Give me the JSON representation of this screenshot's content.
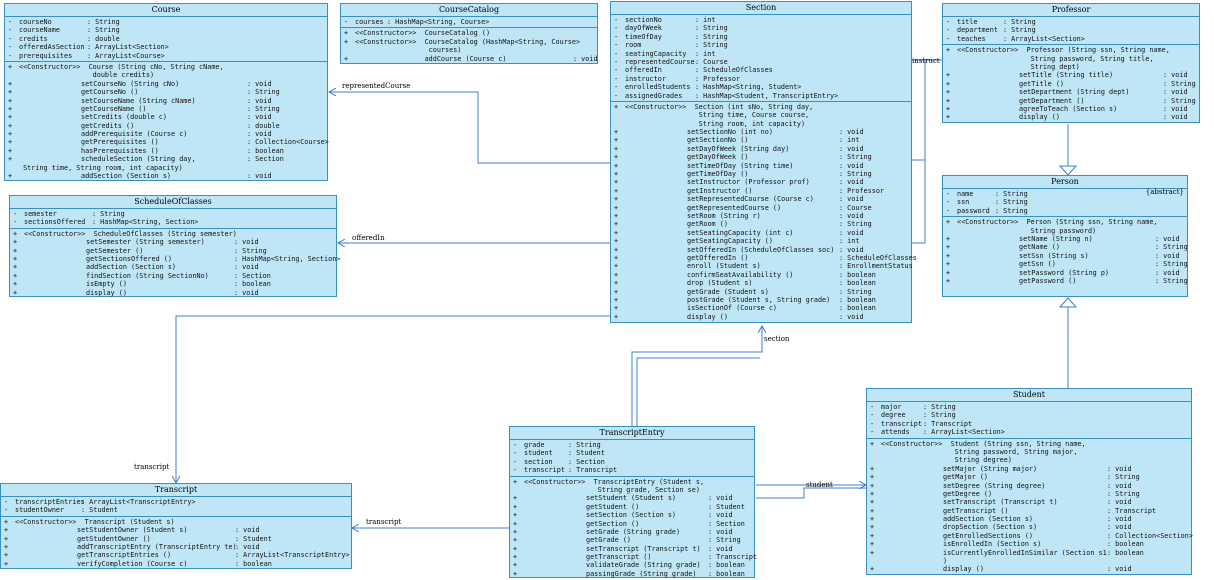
{
  "colors": {
    "fill": "#bfe6f7",
    "border": "#3a8fc4",
    "line": "#3b7fd1"
  },
  "classes": [
    {
      "id": "course",
      "name": "Course",
      "attributes": [
        [
          "-",
          "courseNo",
          ": String"
        ],
        [
          "-",
          "courseName",
          ": String"
        ],
        [
          "-",
          "credits",
          ": double"
        ],
        [
          "-",
          "offeredAsSection",
          ": ArrayList<Section>"
        ],
        [
          "-",
          "prerequisites",
          ": ArrayList<Course>"
        ]
      ],
      "operations": [
        [
          "+",
          "<<Constructor>>  Course (String cNo, String cName,",
          ""
        ],
        [
          "",
          "                  double credits)",
          ""
        ],
        [
          "+",
          "setCourseNo (String cNo)",
          ": void"
        ],
        [
          "+",
          "getCourseNo ()",
          ": String"
        ],
        [
          "+",
          "setCourseName (String cName)",
          ": void"
        ],
        [
          "+",
          "getCourseName ()",
          ": String"
        ],
        [
          "+",
          "setCredits (double c)",
          ": void"
        ],
        [
          "+",
          "getCredits ()",
          ": double"
        ],
        [
          "+",
          "addPrerequisite (Course c)",
          ": void"
        ],
        [
          "+",
          "getPrerequisites ()",
          ": Collection<Course>"
        ],
        [
          "+",
          "hasPrerequisites ()",
          ": boolean"
        ],
        [
          "+",
          "scheduleSection (String day,",
          ": Section"
        ],
        [
          "",
          " String time, String room, int capacity)",
          ""
        ],
        [
          "+",
          "addSection (Section s)",
          ": void"
        ]
      ]
    },
    {
      "id": "coursecatalog",
      "name": "CourseCatalog",
      "attributes": [
        [
          "-",
          "courses",
          ": HashMap<String, Course>"
        ]
      ],
      "operations": [
        [
          "+",
          "<<Constructor>>  CourseCatalog ()",
          ""
        ],
        [
          "+",
          "<<Constructor>>  CourseCatalog (HashMap<String, Course>",
          ""
        ],
        [
          "",
          "                  courses)",
          ""
        ],
        [
          "+",
          "                 addCourse (Course c)",
          ": void"
        ]
      ]
    },
    {
      "id": "section",
      "name": "Section",
      "attributes": [
        [
          "-",
          "sectionNo",
          ": int"
        ],
        [
          "-",
          "dayOfWeek",
          ": String"
        ],
        [
          "-",
          "timeOfDay",
          ": String"
        ],
        [
          "-",
          "room",
          ": String"
        ],
        [
          "-",
          "seatingCapacity",
          ": int"
        ],
        [
          "-",
          "representedCourse",
          ": Course"
        ],
        [
          "-",
          "offeredIn",
          ": ScheduleOfClasses"
        ],
        [
          "-",
          "instructor",
          ": Professor"
        ],
        [
          "-",
          "enrolledStudents",
          ": HashMap<String, Student>"
        ],
        [
          "-",
          "assignedGrades",
          ": HashMap<Student, TranscriptEntry>"
        ]
      ],
      "operations": [
        [
          "+",
          "<<Constructor>>  Section (int sNo, String day,",
          ""
        ],
        [
          "",
          "                  String time, Course course,",
          ""
        ],
        [
          "",
          "                  String room, int capacity)",
          ""
        ],
        [
          "+",
          "setSectionNo (int no)",
          ": void"
        ],
        [
          "+",
          "getSectionNo ()",
          ": int"
        ],
        [
          "+",
          "setDayOfWeek (String day)",
          ": void"
        ],
        [
          "+",
          "getDayOfWeek ()",
          ": String"
        ],
        [
          "+",
          "setTimeOfDay (String time)",
          ": void"
        ],
        [
          "+",
          "getTimeOfDay ()",
          ": String"
        ],
        [
          "+",
          "setInstructor (Professor prof)",
          ": void"
        ],
        [
          "+",
          "getInstructor ()",
          ": Professor"
        ],
        [
          "+",
          "setRepresentedCourse (Course c)",
          ": void"
        ],
        [
          "+",
          "getRepresentedCourse ()",
          ": Course"
        ],
        [
          "+",
          "setRoom (String r)",
          ": void"
        ],
        [
          "+",
          "getRoom ()",
          ": String"
        ],
        [
          "+",
          "setSeatingCapacity (int c)",
          ": void"
        ],
        [
          "+",
          "getSeatingCapacity ()",
          ": int"
        ],
        [
          "+",
          "setOfferedIn (ScheduleOfClasses soc)",
          ": void"
        ],
        [
          "+",
          "getOfferedIn ()",
          ": ScheduleOfClasses"
        ],
        [
          "+",
          "enroll (Student s)",
          ": EnrollmentStatus"
        ],
        [
          "+",
          "confirmSeatAvailability ()",
          ": boolean"
        ],
        [
          "+",
          "drop (Student s)",
          ": boolean"
        ],
        [
          "+",
          "getGrade (Student s)",
          ": String"
        ],
        [
          "+",
          "postGrade (Student s, String grade)",
          ": boolean"
        ],
        [
          "+",
          "isSectionOf (Course c)",
          ": boolean"
        ],
        [
          "+",
          "display ()",
          ": void"
        ]
      ]
    },
    {
      "id": "professor",
      "name": "Professor",
      "attributes": [
        [
          "-",
          "title",
          ": String"
        ],
        [
          "-",
          "department",
          ": String"
        ],
        [
          "-",
          "teaches",
          ": ArrayList<Section>"
        ]
      ],
      "operations": [
        [
          "+",
          "<<Constructor>>  Professor (String ssn, String name,",
          ""
        ],
        [
          "",
          "                  String password, String title,",
          ""
        ],
        [
          "",
          "                  String dept)",
          ""
        ],
        [
          "+",
          "setTitle (String title)",
          ": void"
        ],
        [
          "+",
          "getTitle ()",
          ": String"
        ],
        [
          "+",
          "setDepartment (String dept)",
          ": void"
        ],
        [
          "+",
          "getDepartment ()",
          ": String"
        ],
        [
          "+",
          "agreeToTeach (Section s)",
          ": void"
        ],
        [
          "+",
          "display ()",
          ": void"
        ]
      ]
    },
    {
      "id": "scheduleofclasses",
      "name": "ScheduleOfClasses",
      "attributes": [
        [
          "-",
          "semester",
          ": String"
        ],
        [
          "-",
          "sectionsOffered",
          ": HashMap<String, Section>"
        ]
      ],
      "operations": [
        [
          "+",
          "<<Constructor>>  ScheduleOfClasses (String semester)",
          ""
        ],
        [
          "+",
          "setSemester (String semester)",
          ": void"
        ],
        [
          "+",
          "getSemester ()",
          ": String"
        ],
        [
          "+",
          "getSectionsOffered ()",
          ": HashMap<String, Section>"
        ],
        [
          "+",
          "addSection (Section s)",
          ": void"
        ],
        [
          "+",
          "findSection (String SectionNo)",
          ": Section"
        ],
        [
          "+",
          "isEmpty ()",
          ": boolean"
        ],
        [
          "+",
          "display ()",
          ": void"
        ]
      ]
    },
    {
      "id": "person",
      "name": "Person",
      "stereotype": "{abstract}",
      "attributes": [
        [
          "-",
          "name",
          ": String"
        ],
        [
          "-",
          "ssn",
          ": String"
        ],
        [
          "-",
          "password",
          ": String"
        ]
      ],
      "operations": [
        [
          "+",
          "<<Constructor>>  Person (String ssn, String name,",
          ""
        ],
        [
          "",
          "                  String password)",
          ""
        ],
        [
          "+",
          "setName (String n)",
          ": void"
        ],
        [
          "+",
          "getName ()",
          ": String"
        ],
        [
          "+",
          "setSsn (String s)",
          ": void"
        ],
        [
          "+",
          "getSsn ()",
          ": String"
        ],
        [
          "+",
          "setPassword (String p)",
          ": void"
        ],
        [
          "+",
          "getPassword ()",
          ": String"
        ]
      ]
    },
    {
      "id": "student",
      "name": "Student",
      "attributes": [
        [
          "-",
          "major",
          ": String"
        ],
        [
          "-",
          "degree",
          ": String"
        ],
        [
          "-",
          "transcript",
          ": Transcript"
        ],
        [
          "-",
          "attends",
          ": ArrayList<Section>"
        ]
      ],
      "operations": [
        [
          "+",
          "<<Constructor>>  Student (String ssn, String name,",
          ""
        ],
        [
          "",
          "                  String password, String major,",
          ""
        ],
        [
          "",
          "                  String degree)",
          ""
        ],
        [
          "+",
          "setMajor (String major)",
          ": void"
        ],
        [
          "+",
          "getMajor ()",
          ": String"
        ],
        [
          "+",
          "setDegree (String degree)",
          ": void"
        ],
        [
          "+",
          "getDegree ()",
          ": String"
        ],
        [
          "+",
          "setTranscript (Transcript t)",
          ": void"
        ],
        [
          "+",
          "getTranscript ()",
          ": Transcript"
        ],
        [
          "+",
          "addSection (Section s)",
          ": void"
        ],
        [
          "+",
          "dropSection (Section s)",
          ": void"
        ],
        [
          "+",
          "getEnrolledSections ()",
          ": Collection<Section>"
        ],
        [
          "+",
          "isEnrolledIn (Section s)",
          ": boolean"
        ],
        [
          "+",
          "isCurrentlyEnrolledInSimilar (Section s1",
          ": boolean"
        ],
        [
          "",
          ")",
          ""
        ],
        [
          "+",
          "display ()",
          ": void"
        ]
      ]
    },
    {
      "id": "transcriptentry",
      "name": "TranscriptEntry",
      "attributes": [
        [
          "-",
          "grade",
          ": String"
        ],
        [
          "-",
          "student",
          ": Student"
        ],
        [
          "-",
          "section",
          ": Section"
        ],
        [
          "-",
          "transcript",
          ": Transcript"
        ]
      ],
      "operations": [
        [
          "+",
          "<<Constructor>>  TranscriptEntry (Student s,",
          ""
        ],
        [
          "",
          "                  String grade, Section se)",
          ""
        ],
        [
          "+",
          "setStudent (Student s)",
          ": void"
        ],
        [
          "+",
          "getStudent ()",
          ": Student"
        ],
        [
          "+",
          "setSection (Section s)",
          ": void"
        ],
        [
          "+",
          "getSection ()",
          ": Section"
        ],
        [
          "+",
          "setGrade (String grade)",
          ": void"
        ],
        [
          "+",
          "getGrade ()",
          ": String"
        ],
        [
          "+",
          "setTranscript (Transcript t)",
          ": void"
        ],
        [
          "+",
          "getTranscript ()",
          ": Transcript"
        ],
        [
          "+",
          "validateGrade (String grade)",
          ": boolean"
        ],
        [
          "+",
          "passingGrade (String grade)",
          ": boolean"
        ]
      ]
    },
    {
      "id": "transcript",
      "name": "Transcript",
      "attributes": [
        [
          "-",
          "transcriptEntries",
          ": ArrayList<TranscriptEntry>"
        ],
        [
          "-",
          "studentOwner",
          ": Student"
        ]
      ],
      "operations": [
        [
          "+",
          "<<Constructor>>  Transcript (Student s)",
          ""
        ],
        [
          "+",
          "setStudentOwner (Student s)",
          ": void"
        ],
        [
          "+",
          "getStudentOwner ()",
          ": Student"
        ],
        [
          "+",
          "addTranscriptEntry (TranscriptEntry te)",
          ": void"
        ],
        [
          "+",
          "getTranscriptEntries ()",
          ": ArrayList<TranscriptEntry>"
        ],
        [
          "+",
          "verifyCompletion (Course c)",
          ": boolean"
        ]
      ]
    }
  ],
  "association_labels": {
    "represented_course": "representedCourse",
    "offered_in": "offeredIn",
    "section": "section",
    "transcript_left": "transcript",
    "transcript_mid": "transcript",
    "student": "student",
    "instructor": "instructor"
  }
}
